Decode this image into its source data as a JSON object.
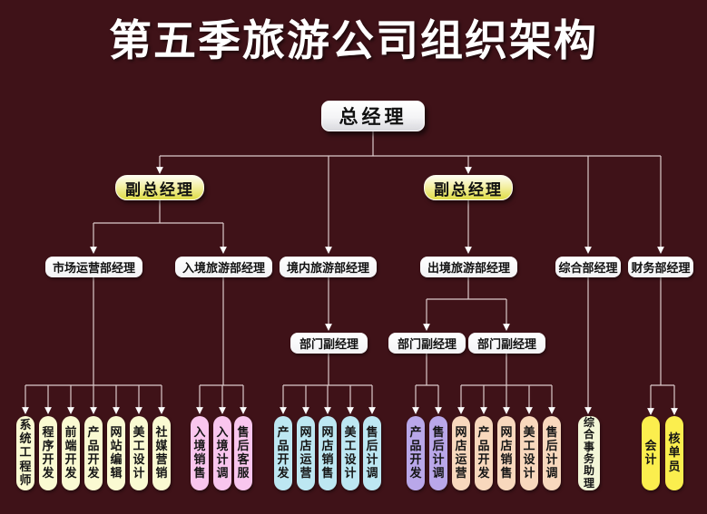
{
  "title": "第五季旅游公司组织架构",
  "colors": {
    "background": "#3F1218",
    "title_text": "#FFFFFF",
    "node_white": "#FFFFFF",
    "vp_yellow": "#E7E34E",
    "connector_line": "#DCCACA",
    "staff_cream": "#FAFAD2",
    "staff_pink": "#F9C6EE",
    "staff_cyan": "#BDE7F2",
    "staff_purple": "#B9A7E9",
    "staff_peach": "#F8D8BD",
    "staff_green": "#F3F6D8",
    "staff_yellow": "#FBEE4E"
  },
  "org": {
    "root": {
      "label": "总经理"
    },
    "deputies": [
      {
        "label": "副总经理"
      },
      {
        "label": "副总经理"
      }
    ],
    "departments": [
      {
        "label": "市场运营部经理"
      },
      {
        "label": "入境旅游部经理"
      },
      {
        "label": "境内旅游部经理"
      },
      {
        "label": "出境旅游部经理"
      },
      {
        "label": "综合部经理"
      },
      {
        "label": "财务部经理"
      }
    ],
    "deputy_managers": [
      {
        "label": "部门副经理"
      },
      {
        "label": "部门副经理"
      },
      {
        "label": "部门副经理"
      }
    ],
    "groups": [
      {
        "name": "market-operations-staff",
        "color": "#FAFAD2",
        "items": [
          "系统工程师",
          "程序开发",
          "前端开发",
          "产品开发",
          "网站编辑",
          "美工设计",
          "社媒营销"
        ]
      },
      {
        "name": "inbound-tourism-staff",
        "color": "#F9C6EE",
        "items": [
          "入境销售",
          "入境计调",
          "售后客服"
        ]
      },
      {
        "name": "domestic-tourism-staff",
        "color": "#BDE7F2",
        "items": [
          "产品开发",
          "网店运营",
          "网店销售",
          "美工设计",
          "售后计调"
        ]
      },
      {
        "name": "outbound-team1-staff",
        "color": "#B9A7E9",
        "items": [
          "产品开发",
          "售后计调"
        ]
      },
      {
        "name": "outbound-team2-staff",
        "color": "#F8D8BD",
        "items": [
          "网店运营",
          "产品开发",
          "网店销售",
          "美工设计",
          "售后计调"
        ]
      },
      {
        "name": "general-affairs-staff",
        "color": "#F3F6D8",
        "items": [
          "综合事务助理"
        ]
      },
      {
        "name": "finance-staff",
        "color": "#FBEE4E",
        "items": [
          "会计",
          "核单员"
        ]
      }
    ]
  }
}
